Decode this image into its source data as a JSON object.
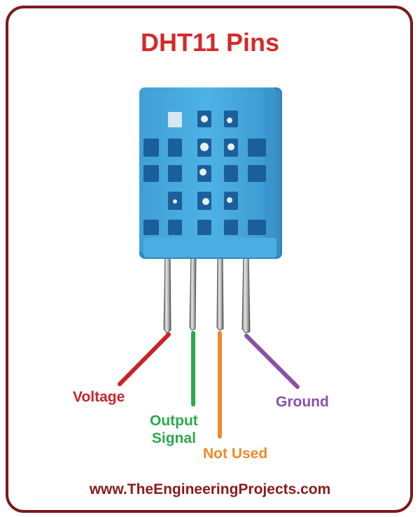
{
  "title": "DHT11 Pins",
  "colors": {
    "title": "#d42a2a",
    "frame": "#7a1a1a",
    "sensor_body": "#45a8dc",
    "sensor_dark": "#1b5f9a",
    "footer": "#8b1a1a"
  },
  "pins": [
    {
      "label_line1": "Voltage",
      "color": "#c8232b",
      "icon": "pin-lead"
    },
    {
      "label_line1": "Output",
      "label_line2": "Signal",
      "color": "#2ea84a",
      "icon": "pin-lead"
    },
    {
      "label_line1": "Not Used",
      "color": "#f08a2a",
      "icon": "pin-lead"
    },
    {
      "label_line1": "Ground",
      "color": "#8a4fa8",
      "icon": "pin-lead"
    }
  ],
  "footer": "www.TheEngineeringProjects.com"
}
